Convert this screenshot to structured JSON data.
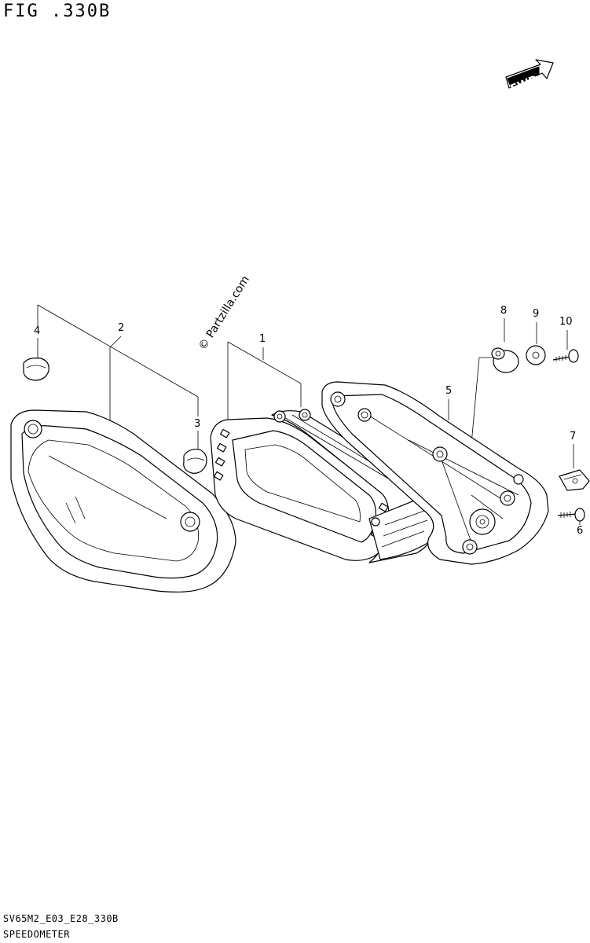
{
  "figure": {
    "title": "FIG .330B",
    "fwd_label": "FWD",
    "watermark": "© Partzilla.com",
    "footer_code": "SV65M2_E03_E28_330B",
    "footer_name": "SPEEDOMETER"
  },
  "callouts": [
    {
      "id": "1",
      "label": "1"
    },
    {
      "id": "2",
      "label": "2"
    },
    {
      "id": "3",
      "label": "3"
    },
    {
      "id": "4",
      "label": "4"
    },
    {
      "id": "5",
      "label": "5"
    },
    {
      "id": "6",
      "label": "6"
    },
    {
      "id": "7",
      "label": "7"
    },
    {
      "id": "8",
      "label": "8"
    },
    {
      "id": "9",
      "label": "9"
    },
    {
      "id": "10",
      "label": "10"
    }
  ]
}
